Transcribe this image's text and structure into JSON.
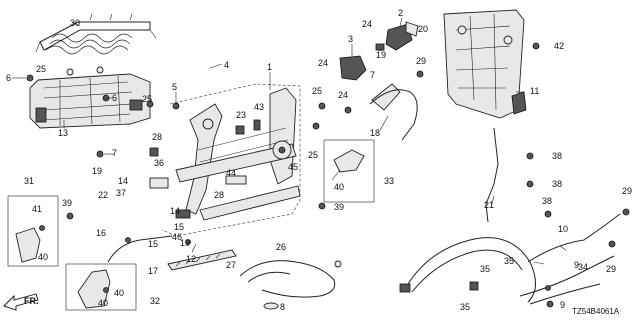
{
  "diagram": {
    "part_code": "TZ54B4061A",
    "direction_label": "FR."
  },
  "callouts": [
    "1",
    "2",
    "3",
    "4",
    "5",
    "6",
    "6",
    "7",
    "7",
    "8",
    "9",
    "9",
    "10",
    "11",
    "12",
    "13",
    "14",
    "14",
    "15",
    "15",
    "16",
    "17",
    "18",
    "19",
    "19",
    "19",
    "20",
    "21",
    "22",
    "23",
    "24",
    "24",
    "24",
    "25",
    "25",
    "25",
    "25",
    "26",
    "27",
    "28",
    "28",
    "29",
    "29",
    "29",
    "30",
    "31",
    "32",
    "33",
    "34",
    "35",
    "35",
    "35",
    "36",
    "37",
    "38",
    "38",
    "38",
    "39",
    "39",
    "40",
    "40",
    "40",
    "40",
    "41",
    "42",
    "43",
    "44",
    "45",
    "46"
  ]
}
